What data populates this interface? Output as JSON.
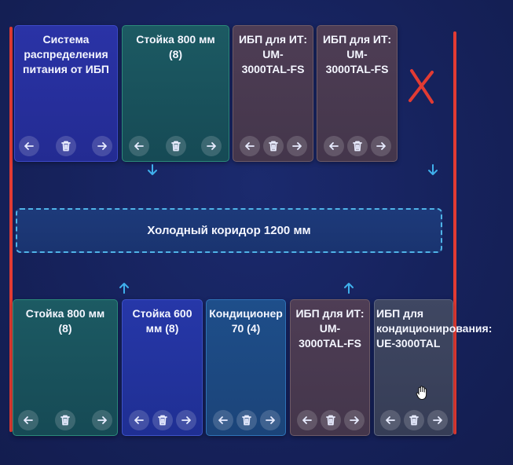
{
  "top_row": [
    {
      "title": "Система\nраспределения\nпитания от ИБП",
      "color": "blue"
    },
    {
      "title": "Стойка 800 мм\n(8)",
      "color": "teal"
    },
    {
      "title": "ИБП для ИТ:\nUM-\n3000TAL-FS",
      "color": "brown"
    },
    {
      "title": "ИБП для ИТ:\nUM-\n3000TAL-FS",
      "color": "brown"
    }
  ],
  "corridor": {
    "label": "Холодный коридор 1200 мм"
  },
  "bottom_row": [
    {
      "title": "Стойка 800 мм\n(8)",
      "color": "teal"
    },
    {
      "title": "Стойка 600\nмм (8)",
      "color": "blue"
    },
    {
      "title": "Кондиционер\n70 (4)",
      "color": "cyan"
    },
    {
      "title": "ИБП для ИТ:\nUM-\n3000TAL-FS",
      "color": "brown"
    },
    {
      "title": "ИБП для\nкондиционирования:\nUE-3000TAL",
      "color": "gray"
    }
  ],
  "icons": {
    "move_left": "arrow-left-icon",
    "delete": "trash-icon",
    "move_right": "arrow-right-icon",
    "flow_down": "arrow-down-icon",
    "flow_up": "arrow-up-icon"
  },
  "annotation_color": "#e23b33",
  "accent_color": "#3fb0ec"
}
